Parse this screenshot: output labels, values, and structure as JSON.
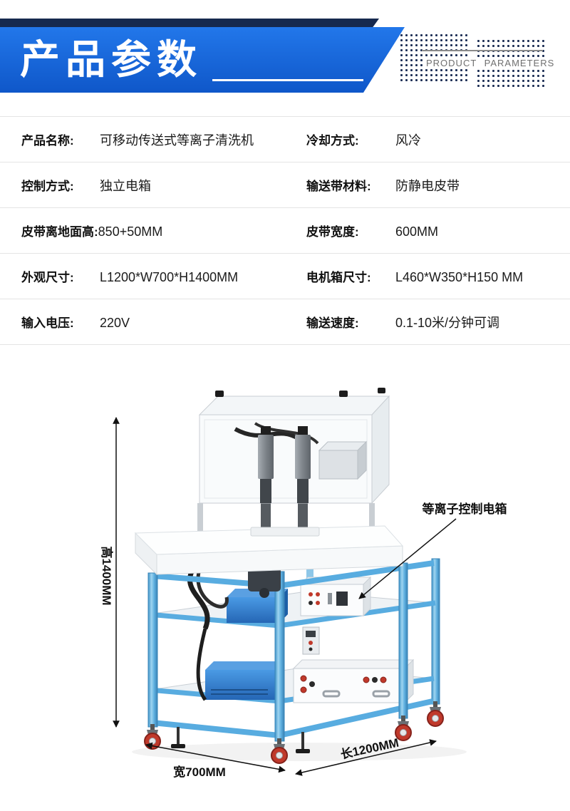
{
  "header": {
    "title": "产品参数",
    "subtitle": "PRODUCT PARAMETERS"
  },
  "specs": [
    {
      "l_label": "产品名称:",
      "l_value": "可移动传送式等离子清洗机",
      "r_label": "冷却方式:",
      "r_value": "风冷"
    },
    {
      "l_label": "控制方式:",
      "l_value": "独立电箱",
      "r_label": "输送带材料:",
      "r_value": "防静电皮带"
    },
    {
      "l_label": "皮带离地面高:",
      "l_value": "850+50MM",
      "r_label": "皮带宽度:",
      "r_value": "600MM"
    },
    {
      "l_label": "外观尺寸:",
      "l_value": "L1200*W700*H1400MM",
      "r_label": "电机箱尺寸:",
      "r_value": "L460*W350*H150 MM"
    },
    {
      "l_label": "输入电压:",
      "l_value": "220V",
      "r_label": "输送速度:",
      "r_value": "0.1-10米/分钟可调"
    }
  ],
  "figure": {
    "height_label": "高1400MM",
    "width_label": "宽700MM",
    "length_label": "长1200MM",
    "annotation": "等离子控制电箱"
  },
  "colors": {
    "banner_blue": "#1668dd",
    "banner_navy": "#16294e",
    "frame_blue": "#58ace0",
    "wheel_red": "#c0392b"
  }
}
